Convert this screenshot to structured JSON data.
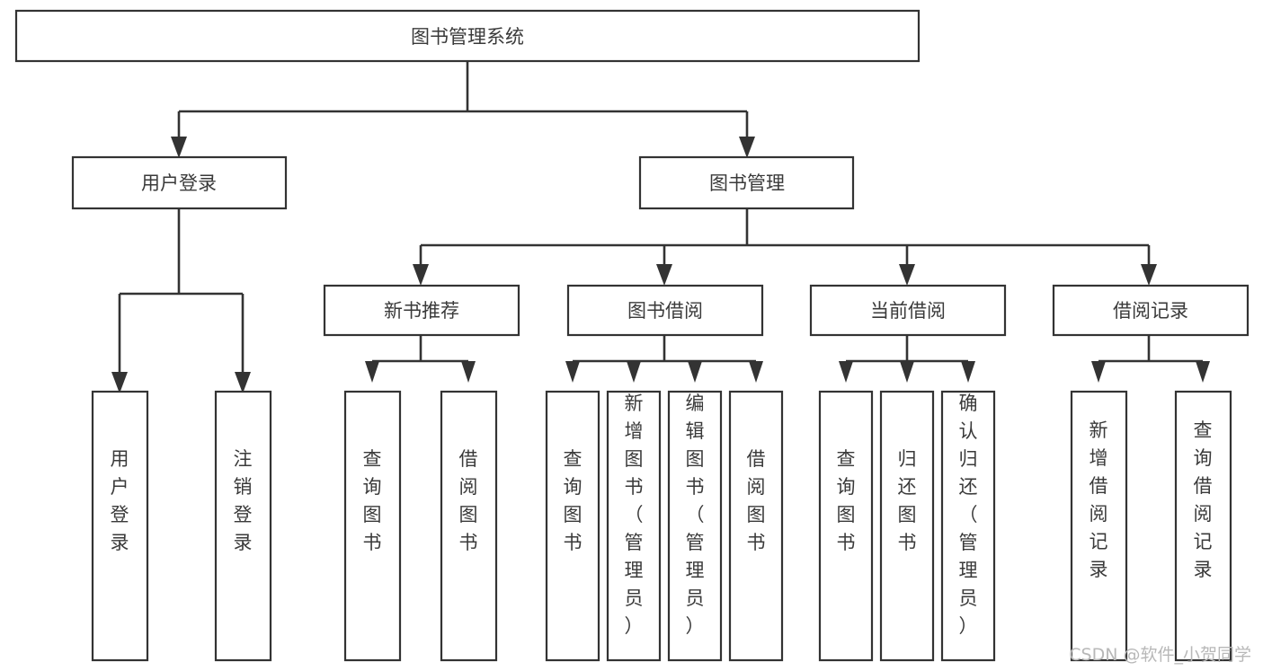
{
  "diagram": {
    "type": "tree",
    "title": "图书管理系统",
    "orientation": "top-down",
    "background_color": "#ffffff",
    "line_color": "#333333",
    "text_color": "#3a3a3a",
    "root": {
      "id": "root",
      "label": "图书管理系统",
      "text_orientation": "horizontal"
    },
    "level2": [
      {
        "id": "user-login",
        "label": "用户登录",
        "text_orientation": "horizontal"
      },
      {
        "id": "book-management",
        "label": "图书管理",
        "text_orientation": "horizontal"
      }
    ],
    "level3": [
      {
        "id": "new-book-recommend",
        "label": "新书推荐",
        "parent": "book-management",
        "text_orientation": "horizontal"
      },
      {
        "id": "book-borrow",
        "label": "图书借阅",
        "parent": "book-management",
        "text_orientation": "horizontal"
      },
      {
        "id": "current-borrow",
        "label": "当前借阅",
        "parent": "book-management",
        "text_orientation": "horizontal"
      },
      {
        "id": "borrow-record",
        "label": "借阅记录",
        "parent": "book-management",
        "text_orientation": "horizontal"
      }
    ],
    "leaves": [
      {
        "id": "leaf-user-login",
        "label": "用户登录",
        "parent": "user-login",
        "text_orientation": "vertical"
      },
      {
        "id": "leaf-user-logout",
        "label": "注销登录",
        "parent": "user-login",
        "text_orientation": "vertical"
      },
      {
        "id": "leaf-query-book-1",
        "label": "查询图书",
        "parent": "new-book-recommend",
        "text_orientation": "vertical"
      },
      {
        "id": "leaf-borrow-book-1",
        "label": "借阅图书",
        "parent": "new-book-recommend",
        "text_orientation": "vertical"
      },
      {
        "id": "leaf-query-book-2",
        "label": "查询图书",
        "parent": "book-borrow",
        "text_orientation": "vertical"
      },
      {
        "id": "leaf-add-book",
        "label": "新增图书（管理员）",
        "parent": "book-borrow",
        "text_orientation": "vertical"
      },
      {
        "id": "leaf-edit-book",
        "label": "编辑图书（管理员）",
        "parent": "book-borrow",
        "text_orientation": "vertical"
      },
      {
        "id": "leaf-borrow-book-2",
        "label": "借阅图书",
        "parent": "book-borrow",
        "text_orientation": "vertical"
      },
      {
        "id": "leaf-query-book-3",
        "label": "查询图书",
        "parent": "current-borrow",
        "text_orientation": "vertical"
      },
      {
        "id": "leaf-return-book",
        "label": "归还图书",
        "parent": "current-borrow",
        "text_orientation": "vertical"
      },
      {
        "id": "leaf-confirm-return",
        "label": "确认归还（管理员）",
        "parent": "current-borrow",
        "text_orientation": "vertical"
      },
      {
        "id": "leaf-add-record",
        "label": "新增借阅记录",
        "parent": "borrow-record",
        "text_orientation": "vertical"
      },
      {
        "id": "leaf-query-record",
        "label": "查询借阅记录",
        "parent": "borrow-record",
        "text_orientation": "vertical"
      }
    ]
  },
  "watermark": {
    "label": "CSDN @软件_小贺同学"
  }
}
